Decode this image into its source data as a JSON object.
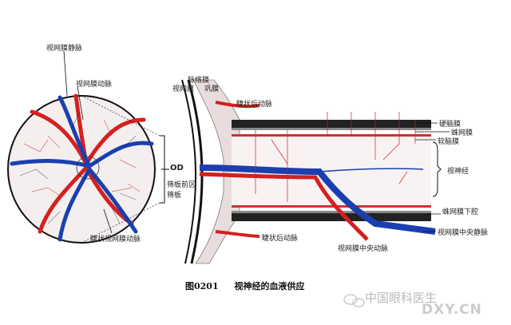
{
  "fundus_labels": {
    "retinal_vein": "视网膜静脉",
    "retinal_artery": "视网膜动脉",
    "cilioretinal_artery": "睫状视网膜动脉",
    "od": "OD"
  },
  "section_labels": {
    "choroid": "脉络膜",
    "retina": "视网膜",
    "sclera": "巩膜",
    "posterior_ciliary_artery_top": "睫状后动脉",
    "prelaminar": "筛板前区",
    "lamina_cribrosa": "筛板",
    "posterior_ciliary_artery_bottom": "睫状后动脉",
    "central_retinal_artery": "视网膜中央动脉",
    "dura": "硬脑膜",
    "arachnoid": "蛛网膜",
    "pia": "软脑膜",
    "optic_nerve": "视神经",
    "subarachnoid_space": "蛛网膜下腔",
    "central_retinal_vein": "视网膜中央静脉"
  },
  "caption": {
    "number": "图0201",
    "title": "视神经的血液供应"
  },
  "watermark": {
    "text": "中国眼科医生",
    "site": "DXY.CN"
  },
  "colors": {
    "artery": "#d42020",
    "vein": "#1a3fb0"
  }
}
